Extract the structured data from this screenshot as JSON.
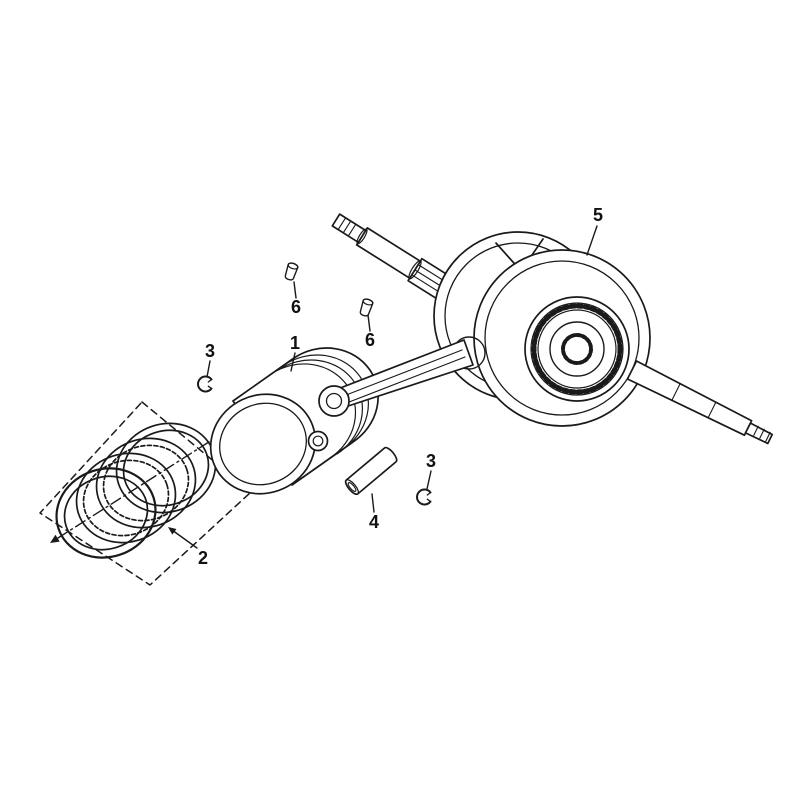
{
  "figure": {
    "background_color": "#ffffff",
    "line_color": "#1a1a1a"
  },
  "callouts": [
    {
      "text": "1"
    },
    {
      "text": "2"
    },
    {
      "text": "3"
    },
    {
      "text": "3"
    },
    {
      "text": "4"
    },
    {
      "text": "5"
    },
    {
      "text": "6"
    },
    {
      "text": "6"
    }
  ]
}
